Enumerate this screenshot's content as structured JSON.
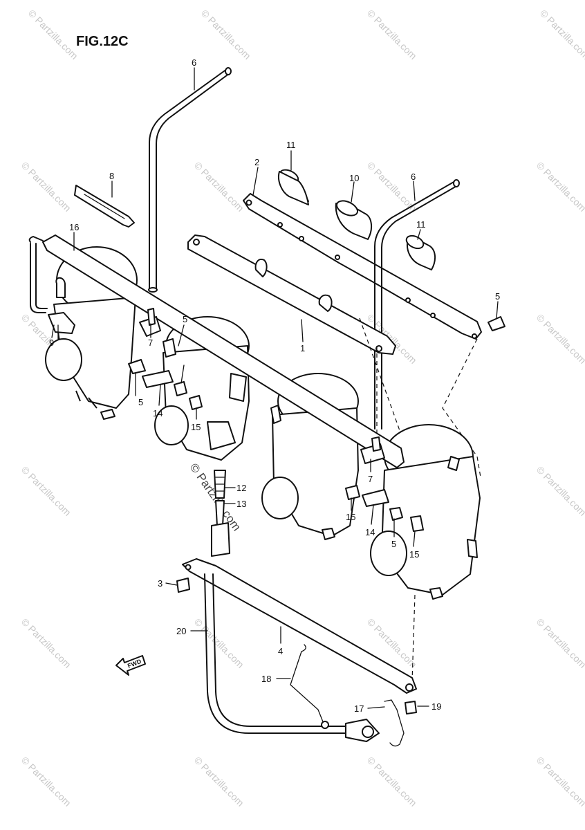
{
  "figure": {
    "title": "FIG.12C",
    "watermark": "© Partzilla.com",
    "forward_marker": "FWD"
  },
  "callouts": [
    {
      "id": "c6a",
      "label": "6"
    },
    {
      "id": "c11a",
      "label": "11"
    },
    {
      "id": "c2",
      "label": "2"
    },
    {
      "id": "c10a",
      "label": "10"
    },
    {
      "id": "c6b",
      "label": "6"
    },
    {
      "id": "c8",
      "label": "8"
    },
    {
      "id": "c16",
      "label": "16"
    },
    {
      "id": "c11b",
      "label": "11"
    },
    {
      "id": "c5a",
      "label": "5"
    },
    {
      "id": "c1",
      "label": "1"
    },
    {
      "id": "c9",
      "label": "9"
    },
    {
      "id": "c7a",
      "label": "7"
    },
    {
      "id": "c5b",
      "label": "5"
    },
    {
      "id": "c5c",
      "label": "5"
    },
    {
      "id": "c14a",
      "label": "14"
    },
    {
      "id": "c15a",
      "label": "15"
    },
    {
      "id": "c12",
      "label": "12"
    },
    {
      "id": "c13",
      "label": "13"
    },
    {
      "id": "c7b",
      "label": "7"
    },
    {
      "id": "c15b",
      "label": "15"
    },
    {
      "id": "c14b",
      "label": "14"
    },
    {
      "id": "c5d",
      "label": "5"
    },
    {
      "id": "c15c",
      "label": "15"
    },
    {
      "id": "c3",
      "label": "3"
    },
    {
      "id": "c20",
      "label": "20"
    },
    {
      "id": "c4",
      "label": "4"
    },
    {
      "id": "c18",
      "label": "18"
    },
    {
      "id": "c17",
      "label": "17"
    },
    {
      "id": "c19",
      "label": "19"
    }
  ]
}
